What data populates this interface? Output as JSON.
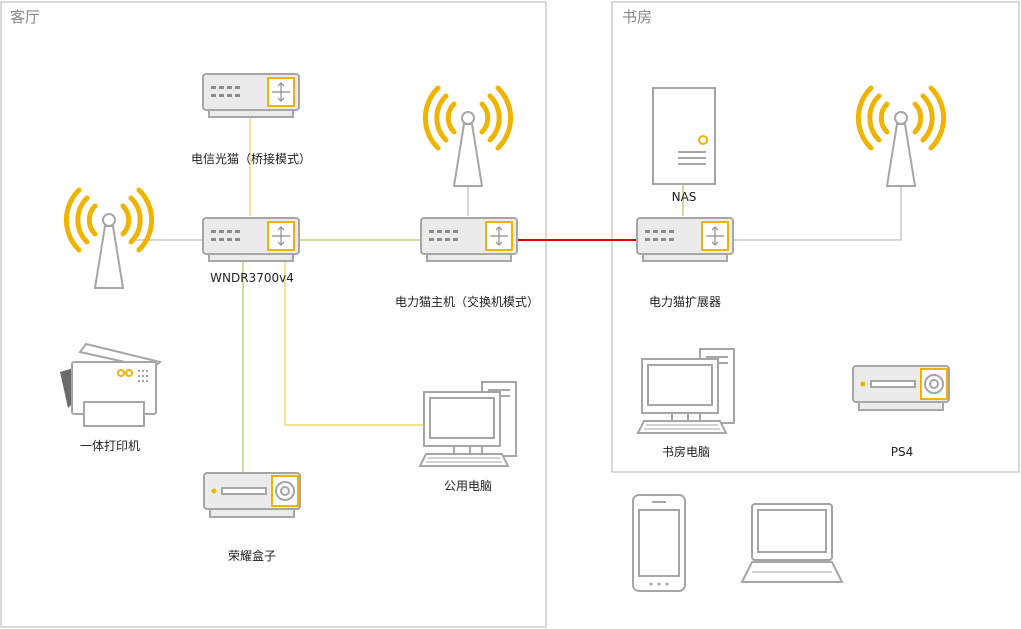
{
  "colors": {
    "accent": "#f0b400",
    "device_gray": "#a6a6a6",
    "link_green": "#b7d67a",
    "link_yellow": "#f3db74",
    "link_red": "#e00000",
    "link_gray": "#c8c8c8"
  },
  "rooms": {
    "living_room": "客厅",
    "study": "书房"
  },
  "nodes": {
    "telecom_modem": "电信光猫（桥接模式）",
    "router": "WNDR3700v4",
    "plc_master": "电力猫主机（交换机模式）",
    "printer": "一体打印机",
    "public_pc": "公用电脑",
    "tv_box": "荣耀盒子",
    "nas": "NAS",
    "plc_extender": "电力猫扩展器",
    "study_pc": "书房电脑",
    "ps4": "PS4"
  },
  "icons": [
    "switch-icon",
    "wifi-antenna-icon",
    "printer-icon",
    "desktop-pc-icon",
    "set-top-box-icon",
    "server-tower-icon",
    "smartphone-icon",
    "laptop-icon"
  ]
}
